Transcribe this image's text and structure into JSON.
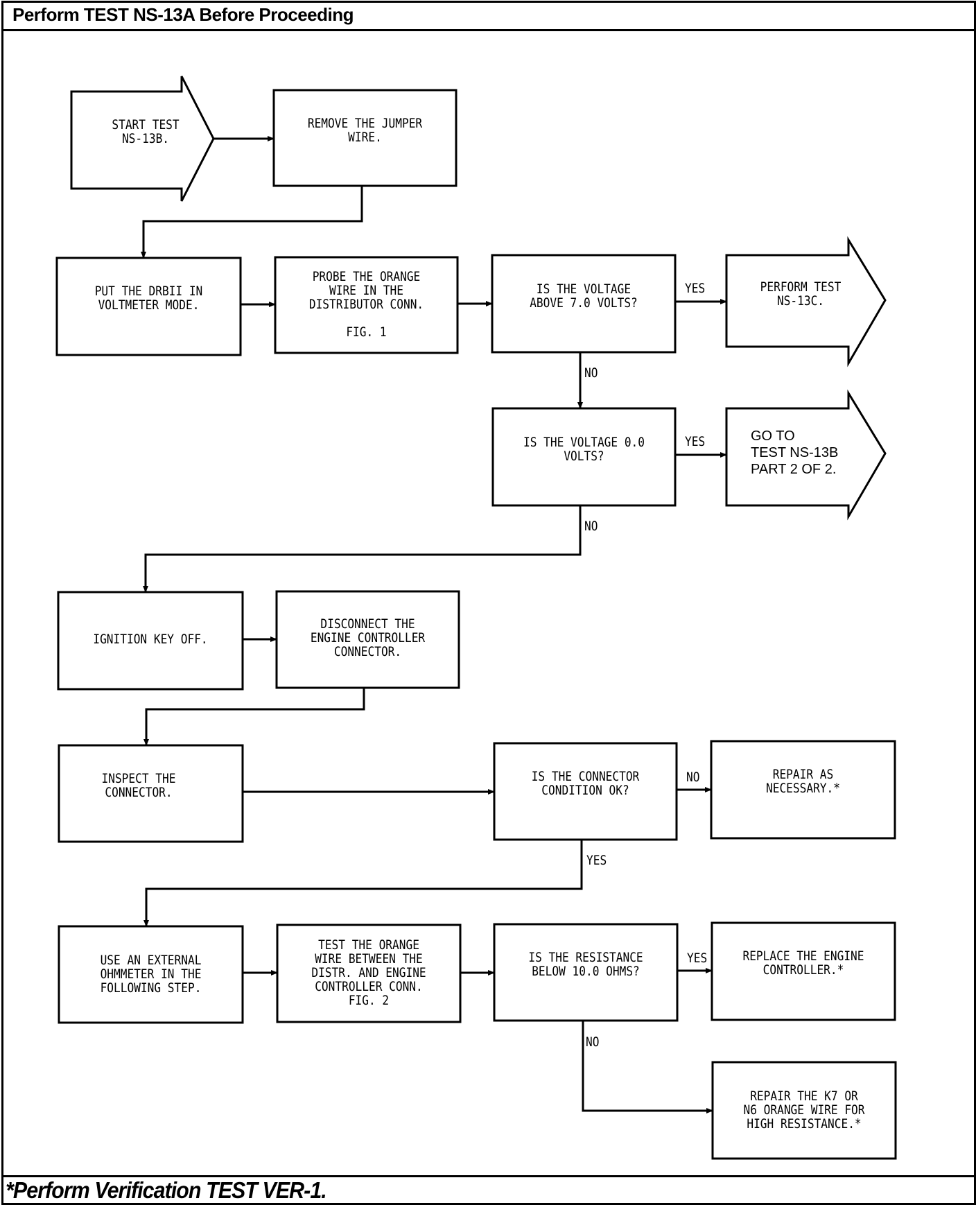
{
  "header": {
    "title": "Perform TEST NS-13A Before Proceeding"
  },
  "footer": {
    "note": "*Perform Verification TEST VER-1."
  },
  "nodes": {
    "start": "START TEST\nNS-13B.",
    "remove_jumper": "REMOVE THE JUMPER\nWIRE.",
    "put_drbii": "PUT THE DRBII IN\nVOLTMETER MODE.",
    "probe_orange": "PROBE THE ORANGE\nWIRE IN THE\nDISTRIBUTOR CONN.\n\nFIG. 1",
    "q_voltage_above": "IS THE VOLTAGE\nABOVE 7.0 VOLTS?",
    "perform_ns13c": "PERFORM TEST\nNS-13C.",
    "q_voltage_zero": "IS THE VOLTAGE 0.0\nVOLTS?",
    "goto_part2": "GO TO\nTEST NS-13B\nPART 2 OF 2.",
    "ignition_off": "IGNITION KEY OFF.",
    "disconnect_ec": "DISCONNECT THE\nENGINE CONTROLLER\nCONNECTOR.",
    "inspect_connector": "INSPECT THE\nCONNECTOR.",
    "q_connector_ok": "IS THE CONNECTOR\nCONDITION OK?",
    "repair_as_necessary": "REPAIR AS\nNECESSARY.*",
    "use_ohmmeter": "USE AN EXTERNAL\nOHMMETER IN THE\nFOLLOWING STEP.",
    "test_orange": "TEST THE ORANGE\nWIRE BETWEEN THE\nDISTR. AND ENGINE\nCONTROLLER CONN.\nFIG. 2",
    "q_resistance": "IS THE RESISTANCE\nBELOW 10.0 OHMS?",
    "replace_ec": "REPLACE THE ENGINE\nCONTROLLER.*",
    "repair_k7": "REPAIR THE K7 OR\nN6 ORANGE WIRE FOR\nHIGH RESISTANCE.*"
  },
  "edge_labels": {
    "q1_yes": "YES",
    "q1_no": "NO",
    "q2_yes": "YES",
    "q2_no": "NO",
    "q3_no": "NO",
    "q3_yes": "YES",
    "q4_yes": "YES",
    "q4_no": "NO"
  }
}
